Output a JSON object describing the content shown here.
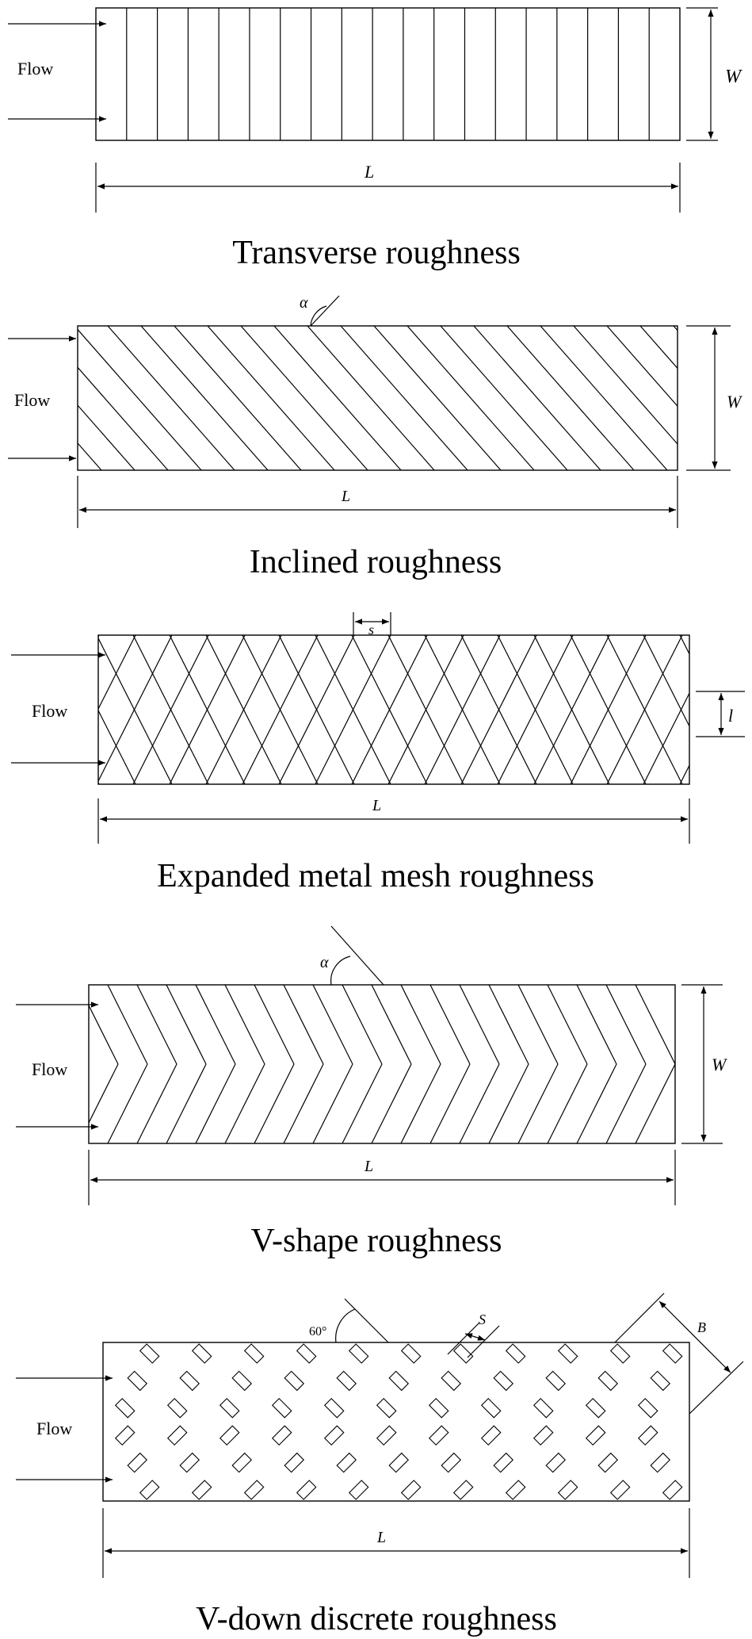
{
  "flow_label": "Flow",
  "dim": {
    "length": "L",
    "width": "W",
    "angle": "α",
    "pitch_lower": "s",
    "rib_length": "l",
    "pitch_upper": "S",
    "block_width": "B",
    "angle_60": "60°"
  },
  "panels": [
    {
      "caption": "Transverse roughness"
    },
    {
      "caption": "Inclined roughness"
    },
    {
      "caption": "Expanded metal mesh roughness"
    },
    {
      "caption": "V-shape roughness"
    },
    {
      "caption": "V-down discrete roughness"
    }
  ]
}
